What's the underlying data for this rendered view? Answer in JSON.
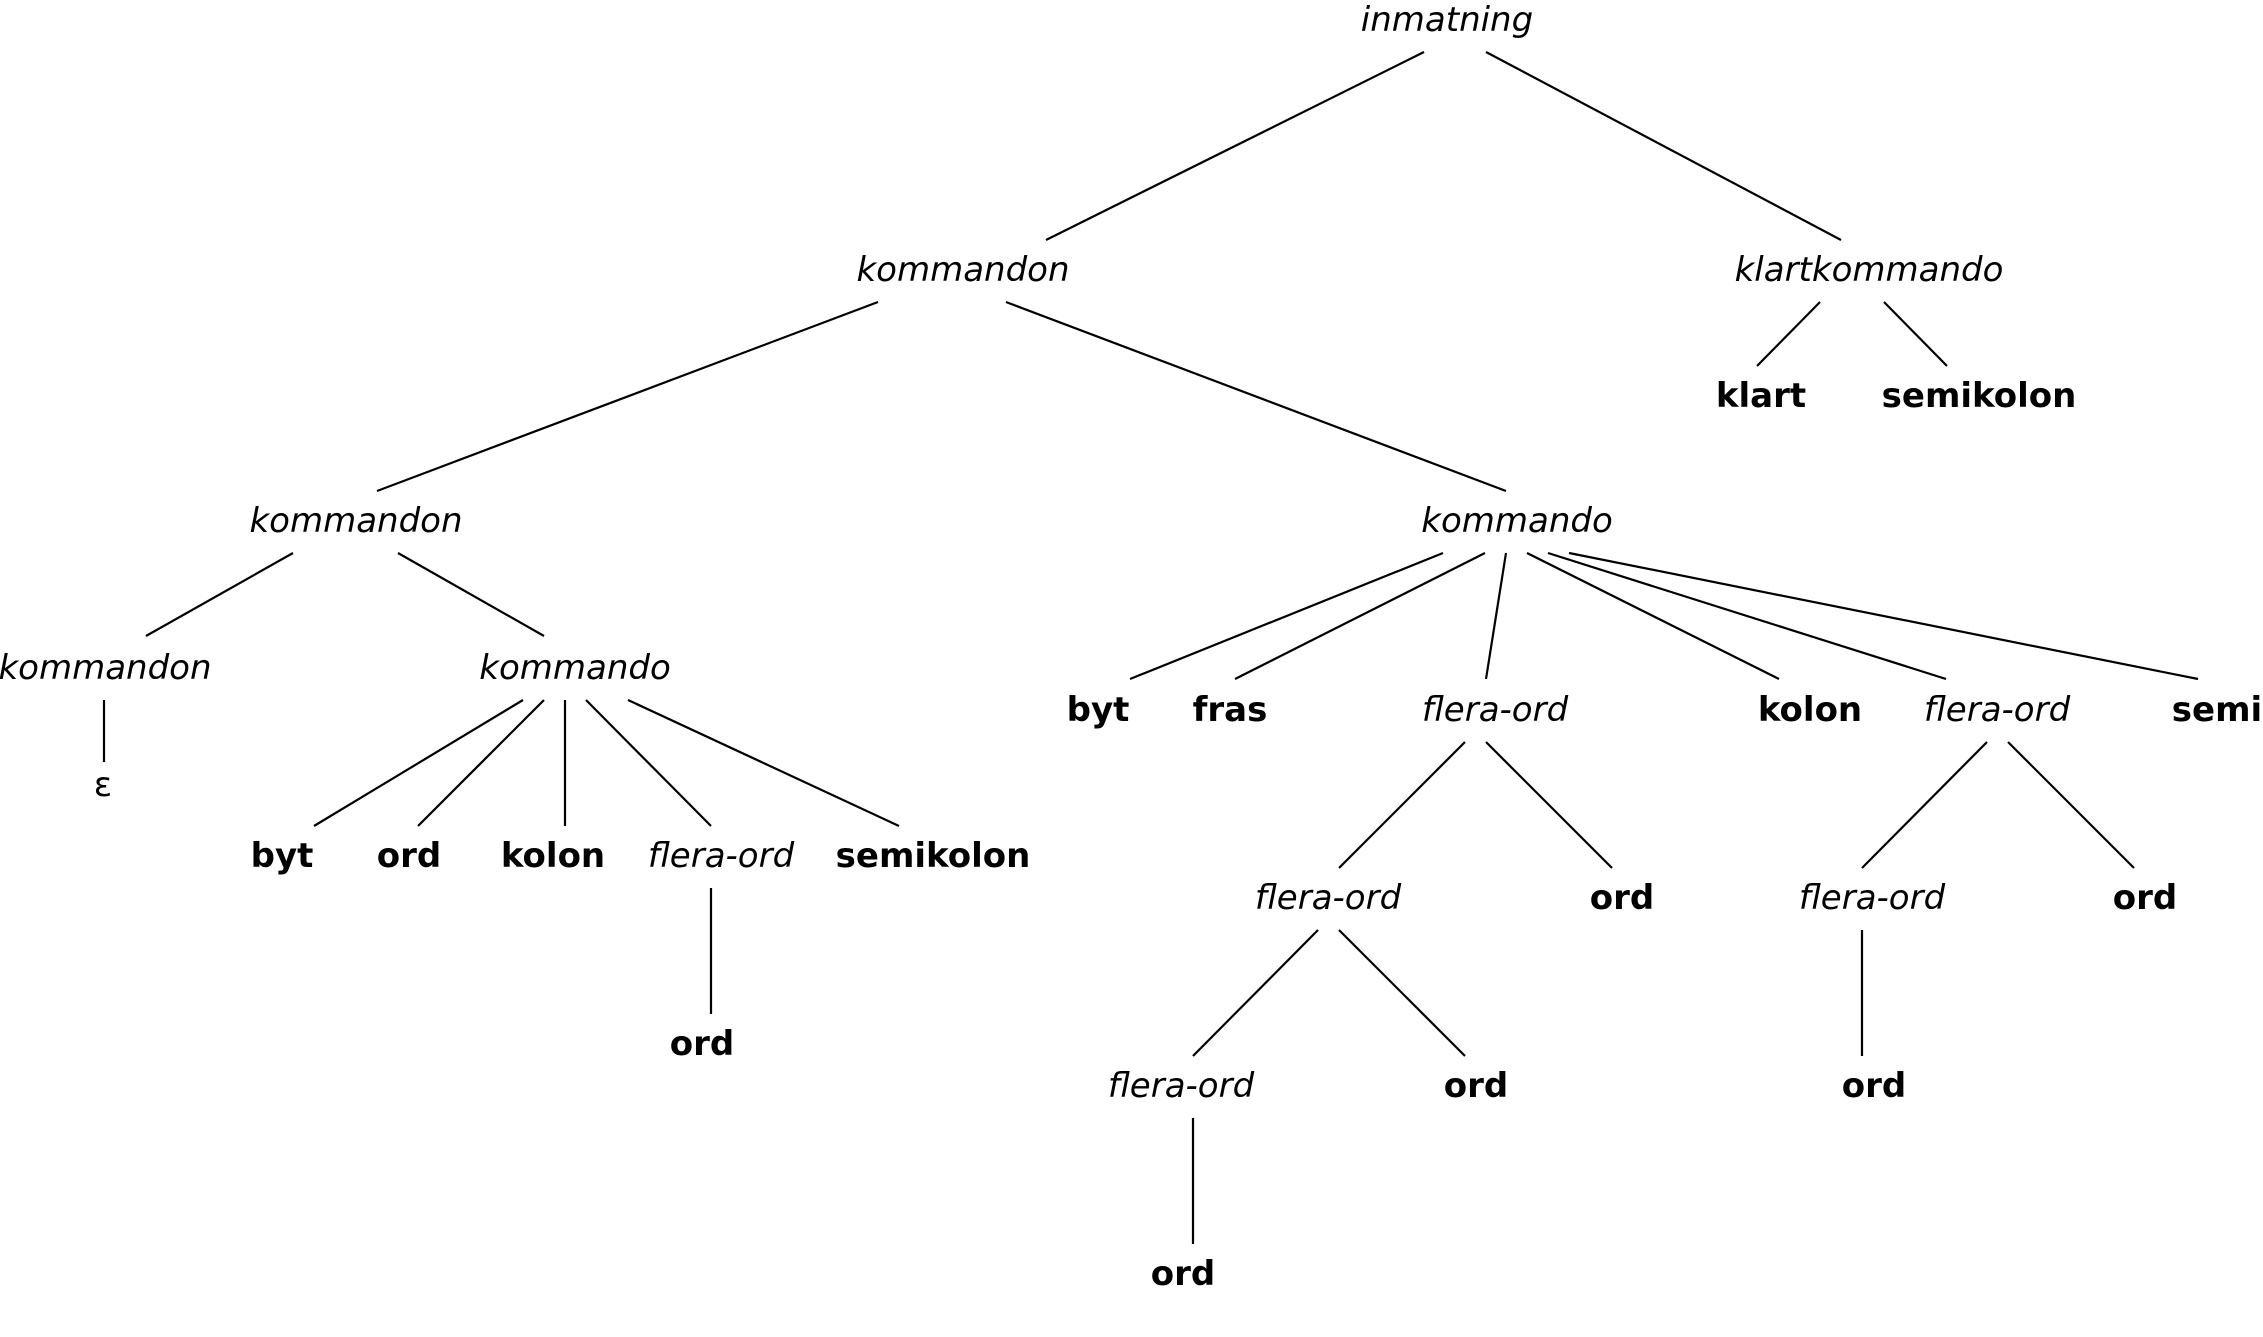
{
  "diagram": {
    "type": "parse-tree",
    "nodes": [
      {
        "id": "n1",
        "label": "inmatning",
        "kind": "nonterminal"
      },
      {
        "id": "n2",
        "label": "kommandon",
        "kind": "nonterminal"
      },
      {
        "id": "n3",
        "label": "klartkommando",
        "kind": "nonterminal"
      },
      {
        "id": "n4",
        "label": "klart",
        "kind": "terminal"
      },
      {
        "id": "n5",
        "label": "semikolon",
        "kind": "terminal"
      },
      {
        "id": "n6",
        "label": "kommandon",
        "kind": "nonterminal"
      },
      {
        "id": "n7",
        "label": "kommando",
        "kind": "nonterminal"
      },
      {
        "id": "n8",
        "label": "kommandon",
        "kind": "nonterminal"
      },
      {
        "id": "n9",
        "label": "kommando",
        "kind": "nonterminal"
      },
      {
        "id": "n10",
        "label": "ε",
        "kind": "epsilon"
      },
      {
        "id": "n11",
        "label": "byt",
        "kind": "terminal"
      },
      {
        "id": "n12",
        "label": "ord",
        "kind": "terminal"
      },
      {
        "id": "n13",
        "label": "kolon",
        "kind": "terminal"
      },
      {
        "id": "n14",
        "label": "flera-ord",
        "kind": "nonterminal"
      },
      {
        "id": "n15",
        "label": "semikolon",
        "kind": "terminal"
      },
      {
        "id": "n16",
        "label": "ord",
        "kind": "terminal"
      },
      {
        "id": "n17",
        "label": "byt",
        "kind": "terminal"
      },
      {
        "id": "n18",
        "label": "fras",
        "kind": "terminal"
      },
      {
        "id": "n19",
        "label": "flera-ord",
        "kind": "nonterminal"
      },
      {
        "id": "n20",
        "label": "kolon",
        "kind": "terminal"
      },
      {
        "id": "n21",
        "label": "flera-ord",
        "kind": "nonterminal"
      },
      {
        "id": "n22",
        "label": "semi",
        "kind": "terminal"
      },
      {
        "id": "n23",
        "label": "flera-ord",
        "kind": "nonterminal"
      },
      {
        "id": "n24",
        "label": "ord",
        "kind": "terminal"
      },
      {
        "id": "n25",
        "label": "flera-ord",
        "kind": "nonterminal"
      },
      {
        "id": "n26",
        "label": "ord",
        "kind": "terminal"
      },
      {
        "id": "n27",
        "label": "flera-ord",
        "kind": "nonterminal"
      },
      {
        "id": "n28",
        "label": "ord",
        "kind": "terminal"
      },
      {
        "id": "n29",
        "label": "ord",
        "kind": "terminal"
      },
      {
        "id": "n30",
        "label": "ord",
        "kind": "terminal"
      }
    ],
    "edges": [
      [
        "n1",
        "n2"
      ],
      [
        "n1",
        "n3"
      ],
      [
        "n3",
        "n4"
      ],
      [
        "n3",
        "n5"
      ],
      [
        "n2",
        "n6"
      ],
      [
        "n2",
        "n7"
      ],
      [
        "n6",
        "n8"
      ],
      [
        "n6",
        "n9"
      ],
      [
        "n8",
        "n10"
      ],
      [
        "n9",
        "n11"
      ],
      [
        "n9",
        "n12"
      ],
      [
        "n9",
        "n13"
      ],
      [
        "n9",
        "n14"
      ],
      [
        "n9",
        "n15"
      ],
      [
        "n14",
        "n16"
      ],
      [
        "n7",
        "n17"
      ],
      [
        "n7",
        "n18"
      ],
      [
        "n7",
        "n19"
      ],
      [
        "n7",
        "n20"
      ],
      [
        "n7",
        "n21"
      ],
      [
        "n7",
        "n22"
      ],
      [
        "n19",
        "n23"
      ],
      [
        "n19",
        "n24"
      ],
      [
        "n23",
        "n25"
      ],
      [
        "n23",
        "n26"
      ],
      [
        "n25",
        "n28"
      ],
      [
        "n21",
        "n27"
      ],
      [
        "n21",
        "n29"
      ],
      [
        "n27",
        "n30"
      ]
    ]
  }
}
